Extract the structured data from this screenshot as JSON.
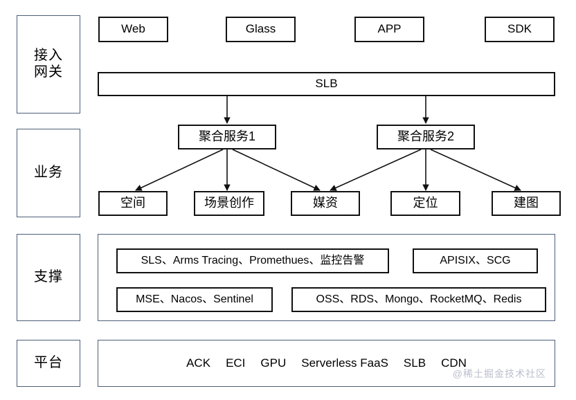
{
  "diagram": {
    "title": "",
    "watermark": "@稀土掘金技术社区",
    "colors": {
      "node_border": "#111111",
      "group_border": "#4c5d78",
      "background": "#ffffff",
      "watermark": "#b9bfcb"
    },
    "layers": [
      {
        "id": "access-gateway",
        "label_line1": "接入",
        "label_line2": "网关"
      },
      {
        "id": "business",
        "label_line1": "业务",
        "label_line2": ""
      },
      {
        "id": "support",
        "label_line1": "支撑",
        "label_line2": ""
      },
      {
        "id": "platform",
        "label_line1": "平台",
        "label_line2": ""
      }
    ],
    "clients": [
      {
        "id": "web",
        "label": "Web"
      },
      {
        "id": "glass",
        "label": "Glass"
      },
      {
        "id": "app",
        "label": "APP"
      },
      {
        "id": "sdk",
        "label": "SDK"
      }
    ],
    "load_balancer": {
      "id": "slb",
      "label": "SLB"
    },
    "aggregators": [
      {
        "id": "aggregate-service-1",
        "label": "聚合服务1"
      },
      {
        "id": "aggregate-service-2",
        "label": "聚合服务2"
      }
    ],
    "services": [
      {
        "id": "space",
        "label": "空间"
      },
      {
        "id": "scene-creation",
        "label": "场景创作"
      },
      {
        "id": "media-assets",
        "label": "媒资"
      },
      {
        "id": "positioning",
        "label": "定位"
      },
      {
        "id": "mapping",
        "label": "建图"
      }
    ],
    "support_items": [
      {
        "id": "observability",
        "label": "SLS、Arms Tracing、Promethues、监控告警"
      },
      {
        "id": "gateway-stack",
        "label": "APISIX、SCG"
      },
      {
        "id": "microservice-stack",
        "label": "MSE、Nacos、Sentinel"
      },
      {
        "id": "data-stack",
        "label": "OSS、RDS、Mongo、RocketMQ、Redis"
      }
    ],
    "platform_items": [
      {
        "id": "ack",
        "label": "ACK"
      },
      {
        "id": "eci",
        "label": "ECI"
      },
      {
        "id": "gpu",
        "label": "GPU"
      },
      {
        "id": "serverless-faas",
        "label": "Serverless FaaS"
      },
      {
        "id": "slb-platform",
        "label": "SLB"
      },
      {
        "id": "cdn",
        "label": "CDN"
      }
    ]
  }
}
